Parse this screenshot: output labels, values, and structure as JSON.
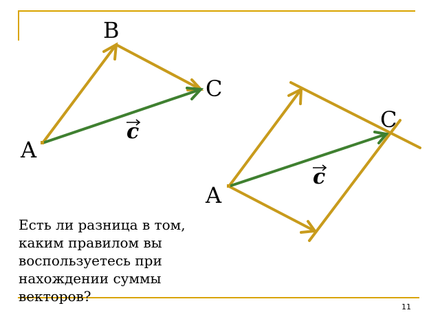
{
  "colors": {
    "frame": "#d9a400",
    "addend_vector": "#c89b1c",
    "sum_vector": "#3f8030"
  },
  "triangle_rule": {
    "point_a": "A",
    "point_b": "B",
    "point_c": "C",
    "sum_label": "c"
  },
  "parallelogram_rule": {
    "point_a": "A",
    "point_c": "C",
    "sum_label": "c"
  },
  "question": "Есть ли разница в том, каким правилом вы воспользуетесь при нахождении суммы векторов?",
  "slide_number": "11"
}
